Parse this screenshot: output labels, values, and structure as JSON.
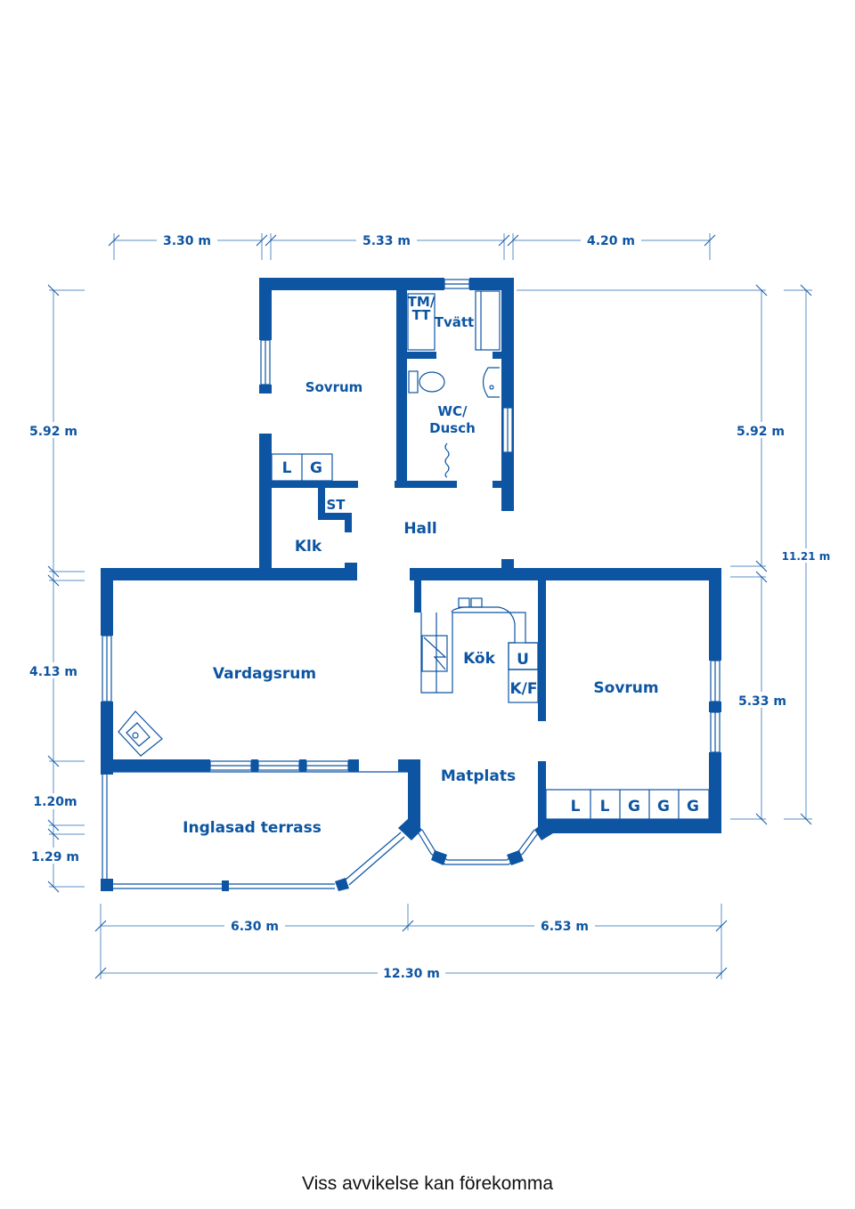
{
  "colors": {
    "wall": "#0d55a3",
    "dimension_line": "#5b8fc7",
    "background": "#ffffff",
    "footer_text": "#111111"
  },
  "rooms": {
    "sovrum_top": "Sovrum",
    "tm_tt_line1": "TM/",
    "tm_tt_line2": "TT",
    "tvatt": "Tvätt",
    "wc_line1": "WC/",
    "wc_line2": "Dusch",
    "hall": "Hall",
    "klk": "Klk",
    "st": "ST",
    "vardagsrum": "Vardagsrum",
    "kok": "Kök",
    "u": "U",
    "kf": "K/F",
    "sovrum_right": "Sovrum",
    "matplats": "Matplats",
    "terrass": "Inglasad terrass"
  },
  "storage": {
    "klk_cells": [
      "L",
      "G"
    ],
    "sovrum_right_cells": [
      "L",
      "L",
      "G",
      "G",
      "G"
    ]
  },
  "dimensions": {
    "top_left": "3.30 m",
    "top_mid": "5.33 m",
    "top_right": "4.20 m",
    "left_upper": "5.92 m",
    "left_mid": "4.13 m",
    "left_low1": "1.20m",
    "left_low2": "1.29 m",
    "right_upper": "5.92 m",
    "right_lower": "5.33 m",
    "right_total": "11.21 m",
    "bottom_left": "6.30 m",
    "bottom_right": "6.53 m",
    "bottom_total": "12.30 m"
  },
  "footer": "Viss avvikelse kan förekomma"
}
